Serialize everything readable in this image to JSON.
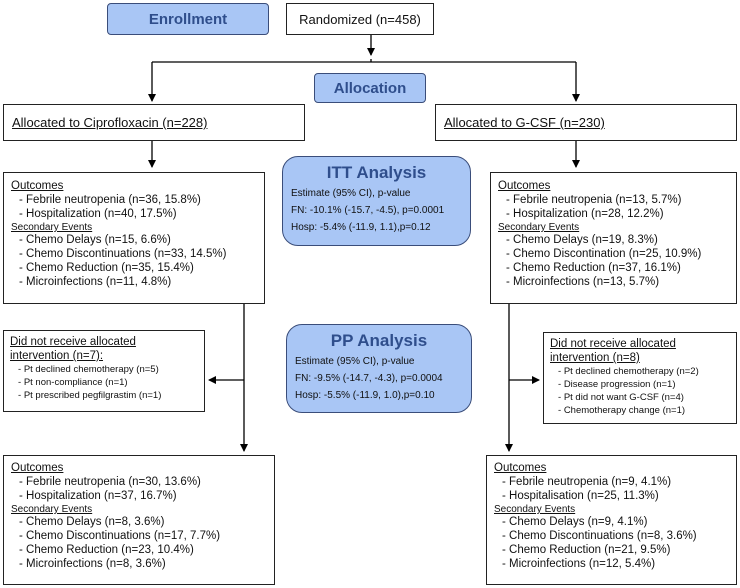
{
  "enrollment": {
    "label": "Enrollment",
    "randomized": "Randomized (n=458)"
  },
  "allocation": {
    "label": "Allocation"
  },
  "arms": {
    "cipro": "Allocated to Ciprofloxacin (n=228)",
    "gcsf": "Allocated to G-CSF (n=230)"
  },
  "itt": {
    "title": "ITT Analysis",
    "lines": [
      "Estimate (95% CI), p-value",
      "FN: -10.1% (-15.7, -4.5), p=0.0001",
      "Hosp: -5.4% (-11.9, 1.1),p=0.12"
    ]
  },
  "pp": {
    "title": "PP Analysis",
    "lines": [
      "Estimate (95% CI), p-value",
      "FN: -9.5% (-14.7, -4.3), p=0.0004",
      "Hosp: -5.5% (-11.9, 1.0),p=0.10"
    ]
  },
  "left_itt": {
    "outcomes_label": "Outcomes",
    "outcomes": [
      "Febrile neutropenia (n=36, 15.8%)",
      "Hospitalization (n=40, 17.5%)"
    ],
    "secondary_label": "Secondary Events",
    "secondary": [
      "Chemo Delays (n=15, 6.6%)",
      "Chemo Discontinuations (n=33, 14.5%)",
      "Chemo Reduction (n=35, 15.4%)",
      "Microinfections (n=11, 4.8%)"
    ]
  },
  "right_itt": {
    "outcomes_label": "Outcomes",
    "outcomes": [
      "Febrile neutropenia (n=13, 5.7%)",
      "Hospitalization (n=28, 12.2%)"
    ],
    "secondary_label": "Secondary Events",
    "secondary": [
      "Chemo Delays (n=19, 8.3%)",
      "Chemo Discontination (n=25, 10.9%)",
      "Chemo Reduction (n=37, 16.1%)",
      "Microinfections (n=13, 5.7%)"
    ]
  },
  "left_excl": {
    "title": "Did not receive allocated intervention (n=7):",
    "items": [
      "Pt declined chemotherapy (n=5)",
      "Pt non-compliance (n=1)",
      "Pt prescribed pegfilgrastim (n=1)"
    ]
  },
  "right_excl": {
    "title": "Did not receive allocated intervention (n=8)",
    "items": [
      "Pt declined chemotherapy (n=2)",
      "Disease progression (n=1)",
      "Pt did not want G-CSF (n=4)",
      "Chemotherapy change (n=1)"
    ]
  },
  "left_pp": {
    "outcomes_label": "Outcomes",
    "outcomes": [
      "Febrile neutropenia (n=30, 13.6%)",
      "Hospitalization (n=37, 16.7%)"
    ],
    "secondary_label": "Secondary Events",
    "secondary": [
      "Chemo Delays (n=8, 3.6%)",
      "Chemo Discontinuations (n=17, 7.7%)",
      "Chemo Reduction (n=23, 10.4%)",
      "Microinfections (n=8, 3.6%)"
    ]
  },
  "right_pp": {
    "outcomes_label": "Outcomes",
    "outcomes": [
      "Febrile neutropenia (n=9, 4.1%)",
      "Hospitalisation (n=25, 11.3%)"
    ],
    "secondary_label": "Secondary Events",
    "secondary": [
      "Chemo Delays (n=9, 4.1%)",
      "Chemo Discontinuations (n=8, 3.6%)",
      "Chemo Reduction (n=21, 9.5%)",
      "Microinfections (n=12, 5.4%)"
    ]
  }
}
